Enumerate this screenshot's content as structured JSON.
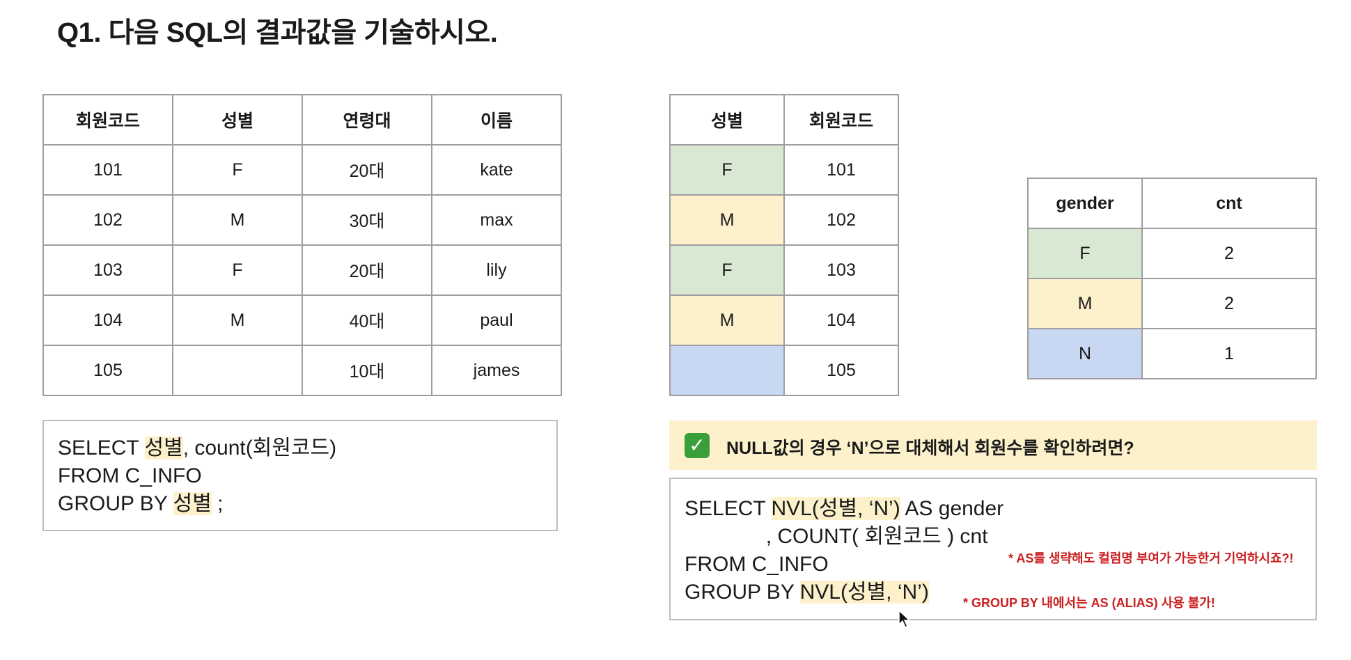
{
  "title": "Q1. 다음 SQL의 결과값을 기술하시오.",
  "members_table": {
    "headers": [
      "회원코드",
      "성별",
      "연령대",
      "이름"
    ],
    "rows": [
      [
        "101",
        "F",
        "20대",
        "kate"
      ],
      [
        "102",
        "M",
        "30대",
        "max"
      ],
      [
        "103",
        "F",
        "20대",
        "lily"
      ],
      [
        "104",
        "M",
        "40대",
        "paul"
      ],
      [
        "105",
        "",
        "10대",
        "james"
      ]
    ]
  },
  "gender_table": {
    "headers": [
      "성별",
      "회원코드"
    ],
    "rows": [
      [
        "F",
        "101"
      ],
      [
        "M",
        "102"
      ],
      [
        "F",
        "103"
      ],
      [
        "M",
        "104"
      ],
      [
        "",
        "105"
      ]
    ]
  },
  "count_table": {
    "headers": [
      "gender",
      "cnt"
    ],
    "rows": [
      [
        "F",
        "2"
      ],
      [
        "M",
        "2"
      ],
      [
        "N",
        "1"
      ]
    ]
  },
  "colors": {
    "F": "#d9e8d3",
    "M": "#fdf1cc",
    "N": "#c9d8f2",
    "note": "#cc1f1f"
  },
  "code_left": {
    "l1_pre": "SELECT ",
    "l1_hl": "성별",
    "l1_post": ", count(회원코드)",
    "l2": "FROM C_INFO",
    "l3_pre": "GROUP BY ",
    "l3_hl": "성별",
    "l3_post": " ;"
  },
  "banner": {
    "icon": "check-icon",
    "text": "NULL값의 경우 ‘N’으로 대체해서 회원수를 확인하려면?"
  },
  "code_right": {
    "l1_pre": "SELECT ",
    "l1_hl": "NVL(성별, ‘N’)",
    "l1_post": " AS gender",
    "l2": "              , COUNT( 회원코드 ) cnt",
    "l3": "FROM C_INFO",
    "l4_pre": "GROUP BY ",
    "l4_hl": "NVL(성별, ‘N’)"
  },
  "notes": {
    "alias_note": "* AS를 생략해도 컬럼명 부여가 가능한거 기억하시죠?!",
    "groupby_note": "* GROUP BY 내에서는 AS (ALIAS) 사용 불가!"
  }
}
